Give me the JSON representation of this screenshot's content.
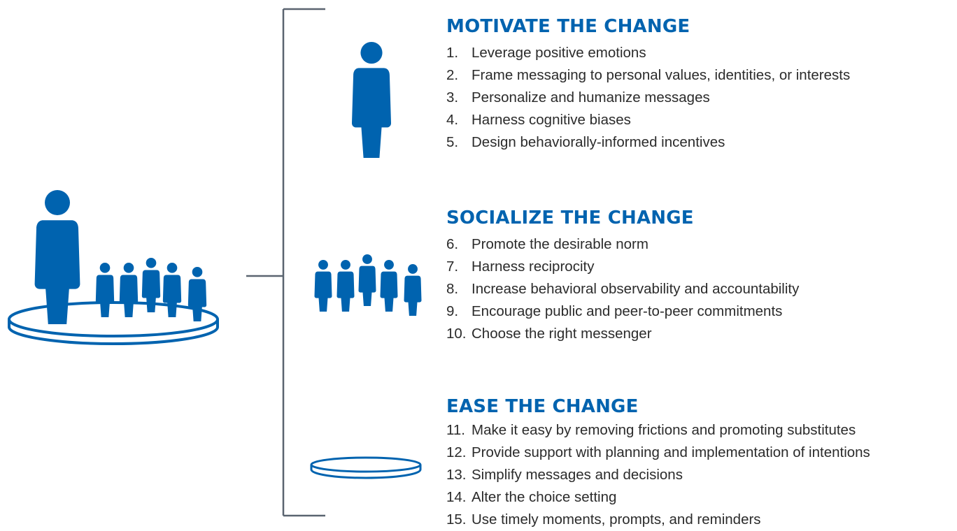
{
  "colors": {
    "accent": "#0063af",
    "bracket": "#5a6470",
    "text": "#2b2b2b"
  },
  "icons": {
    "main": "crowd-on-platform-icon",
    "motivate": "single-person-icon",
    "socialize": "group-of-people-icon",
    "ease": "platform-disc-icon"
  },
  "sections": [
    {
      "title": "MOTIVATE THE CHANGE",
      "items": [
        {
          "num": "1.",
          "text": "Leverage positive emotions"
        },
        {
          "num": "2.",
          "text": "Frame messaging to personal values, identities, or interests"
        },
        {
          "num": "3.",
          "text": "Personalize and humanize messages"
        },
        {
          "num": "4.",
          "text": "Harness cognitive biases"
        },
        {
          "num": "5.",
          "text": "Design behaviorally-informed incentives"
        }
      ]
    },
    {
      "title": "SOCIALIZE THE CHANGE",
      "items": [
        {
          "num": "6.",
          "text": "Promote the desirable norm"
        },
        {
          "num": "7.",
          "text": "Harness reciprocity"
        },
        {
          "num": "8.",
          "text": "Increase behavioral observability and accountability"
        },
        {
          "num": "9.",
          "text": "Encourage public and peer-to-peer commitments"
        },
        {
          "num": "10.",
          "text": "Choose the right messenger"
        }
      ]
    },
    {
      "title": "EASE THE CHANGE",
      "items": [
        {
          "num": "11.",
          "text": "Make it easy by removing frictions and promoting substitutes"
        },
        {
          "num": "12.",
          "text": "Provide support with planning and implementation of intentions"
        },
        {
          "num": "13.",
          "text": "Simplify messages and decisions"
        },
        {
          "num": "14.",
          "text": "Alter the choice setting"
        },
        {
          "num": "15.",
          "text": "Use timely moments, prompts, and reminders"
        }
      ]
    }
  ]
}
